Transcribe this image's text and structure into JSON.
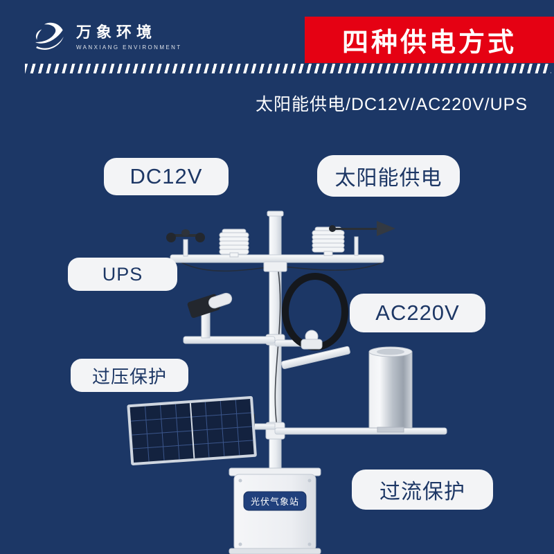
{
  "page": {
    "background": "#1c3766",
    "accent_red": "#e50113",
    "badge_bg": "#f3f4f6",
    "badge_text": "#1d3765"
  },
  "header": {
    "brand": "万象环境",
    "brand_sub": "WANXIANG ENVIRONMENT",
    "banner_title": "四种供电方式"
  },
  "subtitle": "太阳能供电/DC12V/AC220V/UPS",
  "badges": [
    {
      "id": "dc12v",
      "label": "DC12V"
    },
    {
      "id": "solar",
      "label": "太阳能供电"
    },
    {
      "id": "ups",
      "label": "UPS"
    },
    {
      "id": "ac220v",
      "label": "AC220V"
    },
    {
      "id": "overvoltage",
      "label": "过压保护"
    },
    {
      "id": "overcurrent",
      "label": "过流保护"
    }
  ],
  "station": {
    "box_label": "光伏气象站"
  }
}
